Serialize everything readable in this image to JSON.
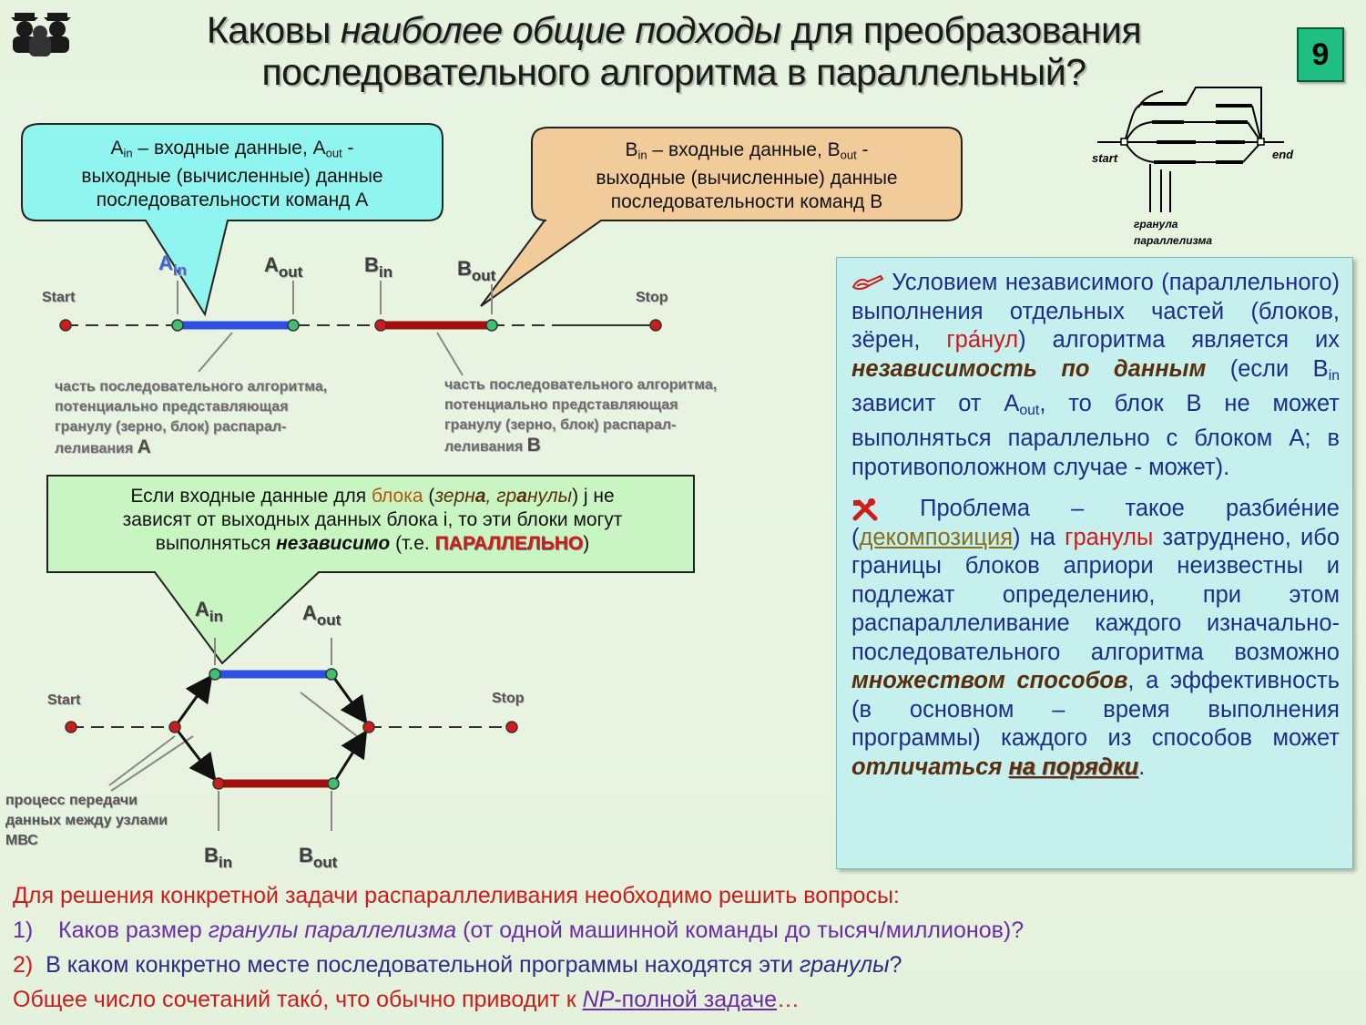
{
  "header": {
    "title_part1": "Каковы ",
    "title_italic": "наиболее общие подходы",
    "title_part2": " для преобразования",
    "title_line2": "последовательного алгоритма в параллельный?",
    "slide_number": "9"
  },
  "callout_a": {
    "a": "A",
    "in": "in",
    "t1": " – входные данные, A",
    "out": "out",
    "t2": " -",
    "line2": "выходные (вычисленные) данные",
    "line3": "последовательности команд A"
  },
  "callout_b": {
    "b": "B",
    "in": "in",
    "t1": " – входные данные, B",
    "out": "out",
    "t2": " -",
    "line2": "выходные (вычисленные) данные",
    "line3": "последовательности команд B"
  },
  "callout_c": {
    "t1": "Если входные данные для ",
    "blok": "блока",
    "paren_open": " (",
    "zerna1": "зерн",
    "zerna_a": "а",
    "comma": ", ",
    "granuly1": "гр",
    "granuly_a": "а",
    "granuly2": "нулы",
    "t2": ") j не",
    "line2": "зависят от выходных данных блока i, то эти блоки могут",
    "line3_a": "выполняться ",
    "nezavisimo": "независимо",
    "line3_b": " (т.е. ",
    "parallelno": "ПАРАЛЛЕЛЬНО",
    "line3_c": ")"
  },
  "diagram1": {
    "start": "Start",
    "stop": "Stop",
    "a": "A",
    "b": "B",
    "in": "in",
    "out": "out",
    "caption_a_lines": [
      "часть последовательного алгоритма,",
      "потенциально представляющая",
      "гранулу (зерно, блок) распарал-",
      "леливания "
    ],
    "caption_a_letter": "A",
    "caption_b_lines": [
      "часть последовательного алгоритма,",
      "потенциально представляющая",
      "гранулу (зерно, блок) распарал-",
      "леливания "
    ],
    "caption_b_letter": "B"
  },
  "diagram2": {
    "start": "Start",
    "stop": "Stop",
    "a": "A",
    "b": "B",
    "in": "in",
    "out": "out",
    "caption_lines": [
      "процесс передачи",
      "данных между узлами",
      "МВС"
    ]
  },
  "mini_diagram": {
    "start": "start",
    "end": "end",
    "caption_line1": "гранула",
    "caption_line2": "параллелизма"
  },
  "info": {
    "p1_a": " Условием независимого (параллельного) выполнения отдельных частей (блоков, зёрен, ",
    "p1_granul": "гра́нул",
    "p1_b": ") алгоритма является их ",
    "p1_bold": "независимость по данным",
    "p1_c": " (если B",
    "p1_in": "in",
    "p1_d": " зависит от A",
    "p1_out": "out",
    "p1_e": ", то блок B не может выполняться параллельно с блоком A; в противоположном случае - может).",
    "p2_a": " Проблема – такое разбие́ние (",
    "p2_decomp": "декомпозиция",
    "p2_b": ") на ",
    "p2_granuly": "гранулы",
    "p2_c": " затруднено, ибо границы блоков априори неизвестны и подлежат определению, при этом распараллеливание каждого изначально-последовательного алгоритма возможно ",
    "p2_bold1": "множеством способов",
    "p2_d": ", а эффективность (в основном – время выполнения программы) каждого из способов может ",
    "p2_bold2": "отличаться",
    "p2_e": " ",
    "p2_bold3": "на порядки",
    "p2_f": "."
  },
  "bottom": {
    "intro": "Для решения конкретной задачи распараллеливания необходимо  решить вопросы:",
    "q1_num": "1)",
    "q1_a": "Каков размер ",
    "q1_i": "гранулы параллелизма",
    "q1_b": " (от одной машинной команды до тысяч/миллионов)?",
    "q2_num": "2)",
    "q2_a": "В каком конкретно месте последовательной программы находятся эти ",
    "q2_i": "гранулы",
    "q2_b": "?",
    "final_a": "Общее число сочетаний тако́, что обычно приводит к ",
    "final_np": "NP",
    "final_b": "-полной задаче",
    "final_c": "…"
  },
  "icons": [
    "people-logo-icon",
    "pen-hand-icon",
    "tools-icon"
  ],
  "colors": {
    "background": "#e6f3df",
    "callout_a": "#8ff5ee",
    "callout_b": "#f1cc9a",
    "callout_c": "#c9f5c3",
    "info_box": "#c6f0ee",
    "block_a": "#2f4fe0",
    "block_b": "#a10f0f",
    "accent_red": "#d11a1a"
  }
}
